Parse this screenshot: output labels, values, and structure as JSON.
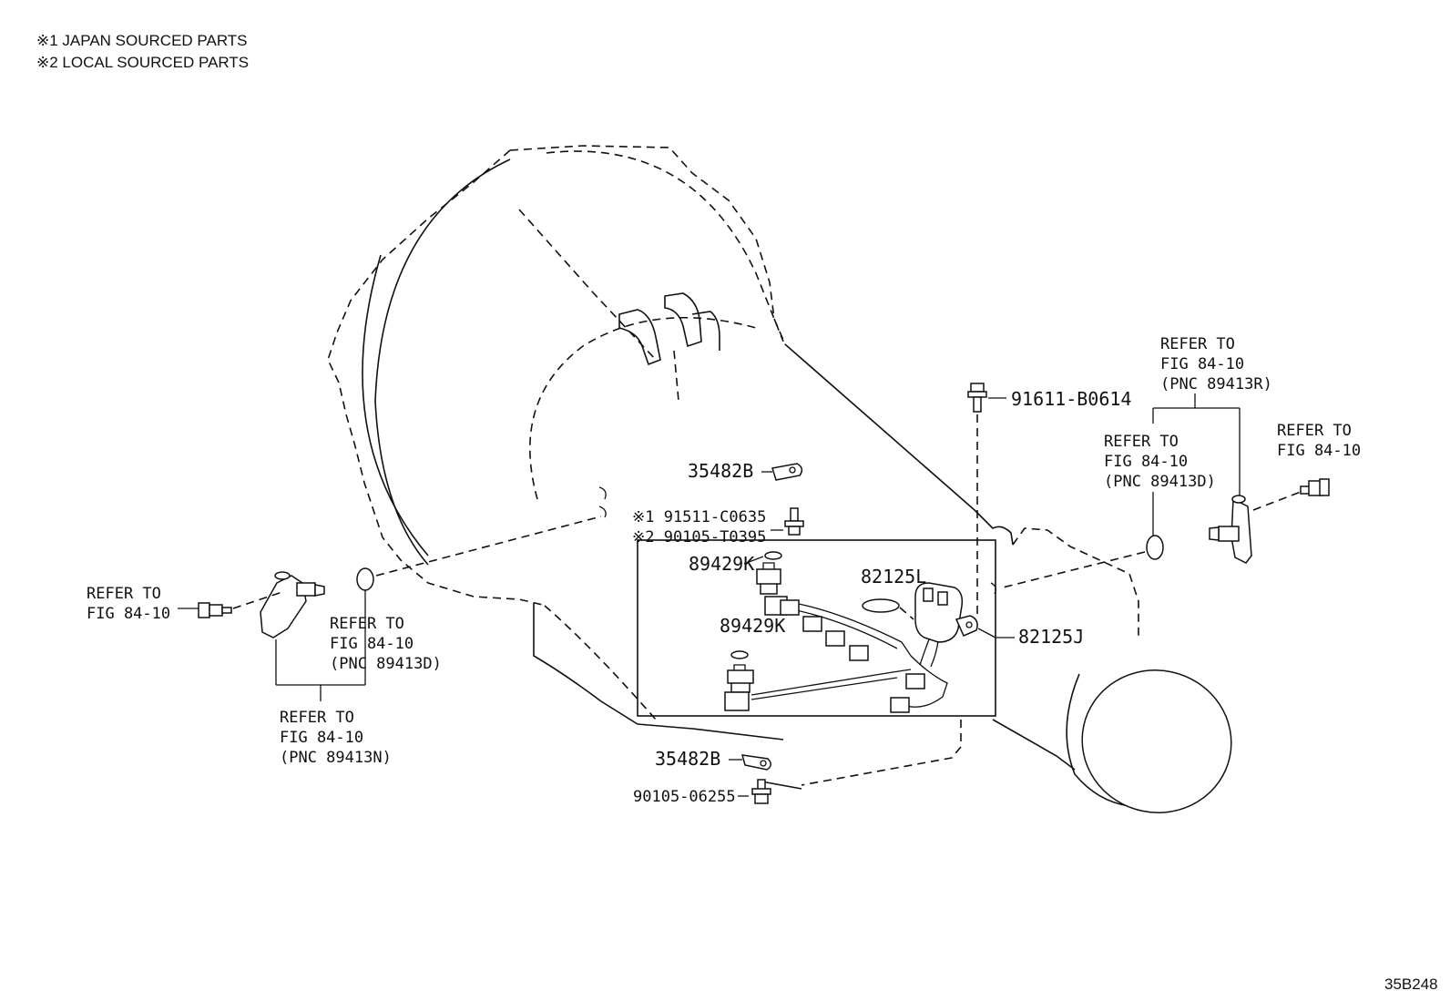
{
  "notes": {
    "japan": "※1 JAPAN SOURCED PARTS",
    "local": "※2 LOCAL SOURCED PARTS"
  },
  "figure_id": "35B248",
  "callouts": {
    "p35482b_top": "35482B",
    "p35482b_bottom": "35482B",
    "p91511": "※1 91511-C0635",
    "p90105_t": "※2 90105-T0395",
    "p91611": "91611-B0614",
    "p89429k_top": "89429K",
    "p89429k_mid": "89429K",
    "p82125l": "82125L",
    "p82125j": "82125J",
    "p90105_06": "90105-06255"
  },
  "refs": {
    "left_bolt": [
      "REFER TO",
      "FIG 84-10"
    ],
    "left_oring": [
      "REFER TO",
      "FIG 84-10",
      "(PNC 89413D)"
    ],
    "left_sensor": [
      "REFER TO",
      "FIG 84-10",
      "(PNC 89413N)"
    ],
    "right_top": [
      "REFER TO",
      "FIG 84-10",
      "(PNC 89413R)"
    ],
    "right_oring": [
      "REFER TO",
      "FIG 84-10",
      "(PNC 89413D)"
    ],
    "right_bolt": [
      "REFER TO",
      "FIG 84-10"
    ]
  }
}
